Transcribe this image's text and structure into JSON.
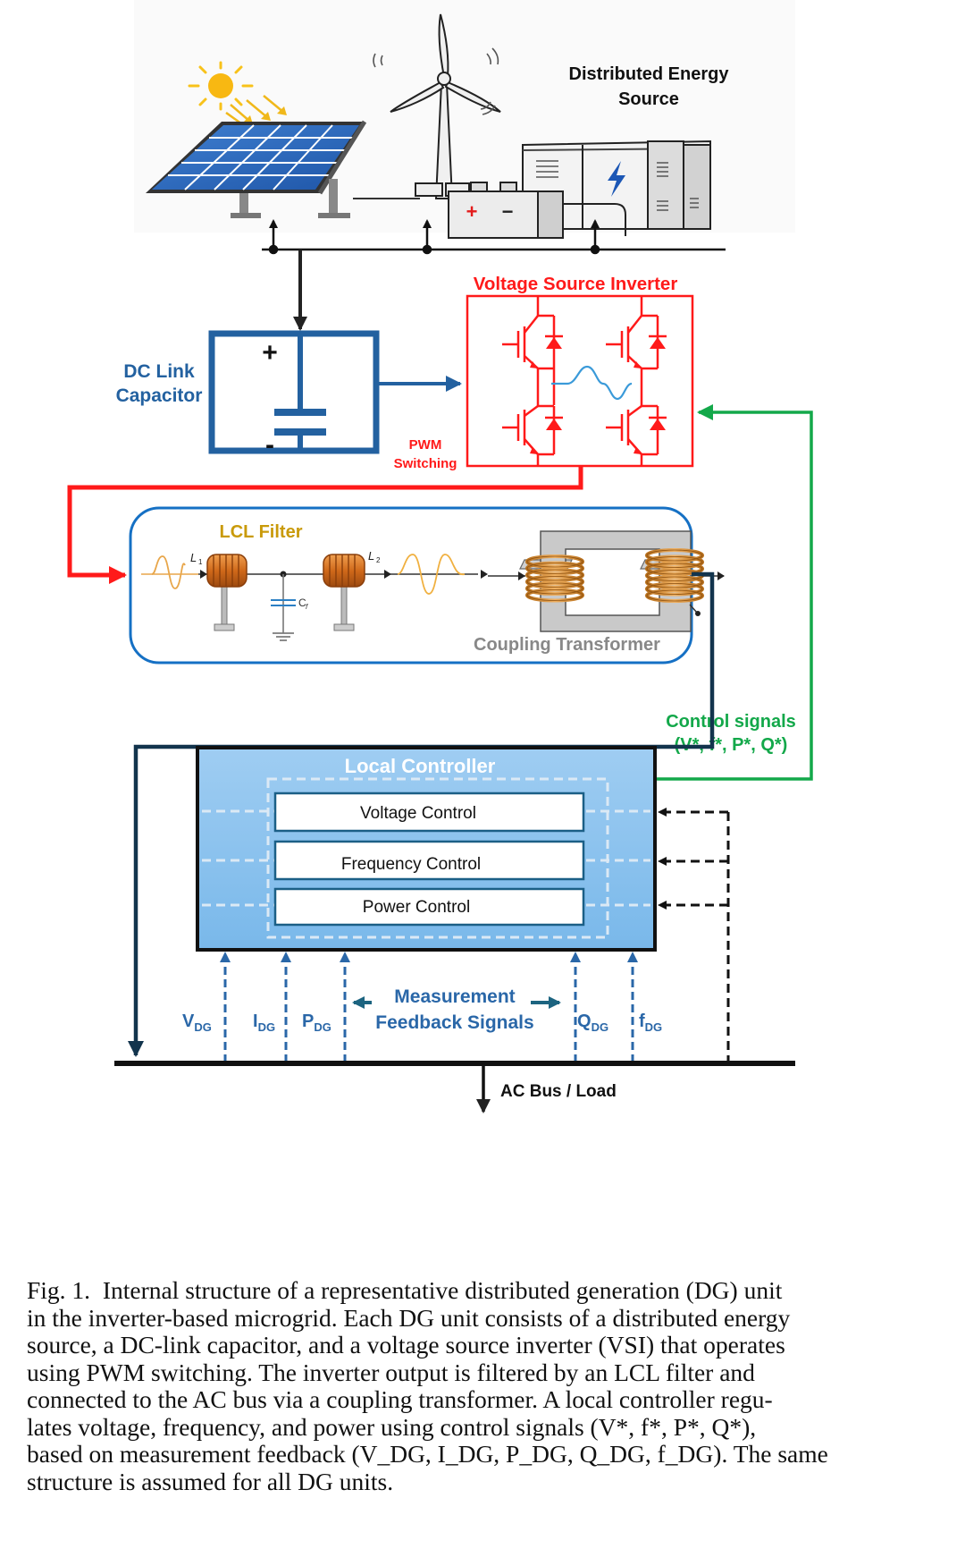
{
  "diagram": {
    "source_title_line1": "Distributed Energy",
    "source_title_line2": "Source",
    "battery_plus": "+",
    "battery_minus": "−",
    "dc_link_label_line1": "DC Link",
    "dc_link_label_line2": "Capacitor",
    "cap_plus": "+",
    "cap_minus": "-",
    "vsi_title": "Voltage Source Inverter",
    "pwm_line1": "PWM",
    "pwm_line2": "Switching",
    "lcl_title": "LCL Filter",
    "l1": "L",
    "l1_sub": "1",
    "l2": "L",
    "l2_sub": "2",
    "cf": "C",
    "cf_sub": "f",
    "transformer_label": "Coupling Transformer",
    "control_signals_line1": "Control signals",
    "control_signals_line2": "(V*, f*, P*, Q*)",
    "controller_title": "Local Controller",
    "control_blocks": [
      "Voltage Control",
      "Frequency Control",
      "Power Control"
    ],
    "measurement_line1": "Measurement",
    "measurement_line2": "Feedback Signals",
    "feedback_signals": [
      {
        "main": "V",
        "sub": "DG"
      },
      {
        "main": "I",
        "sub": "DG"
      },
      {
        "main": "P",
        "sub": "DG"
      },
      {
        "main": "Q",
        "sub": "DG"
      },
      {
        "main": "f",
        "sub": "DG"
      }
    ],
    "ac_bus_label": "AC Bus / Load",
    "colors": {
      "vsi_red": "#ff1a1a",
      "dc_blue": "#2361a0",
      "lcl_gold": "#c99a0a",
      "control_green": "#13a84a",
      "feedback_blue": "#2a67a8",
      "controller_fill_top": "#9fcdf2",
      "controller_fill_bottom": "#79b8ea",
      "dark_navy": "#12344d",
      "transformer_gray": "#888888"
    }
  },
  "caption": {
    "label": "Fig. 1.",
    "text_lines": [
      "Internal structure of a representative distributed generation (DG) unit",
      "in the inverter-based microgrid. Each DG unit consists of a distributed energy",
      "source, a DC-link capacitor, and a voltage source inverter (VSI) that operates",
      "using PWM switching. The inverter output is filtered by an LCL filter and",
      "connected to the AC bus via a coupling transformer. A local controller regu-",
      "lates voltage, frequency, and power using control signals (V*, f*, P*, Q*),",
      "based on measurement feedback (V_DG, I_DG, P_DG, Q_DG, f_DG). The same",
      "structure is assumed for all DG units."
    ]
  }
}
